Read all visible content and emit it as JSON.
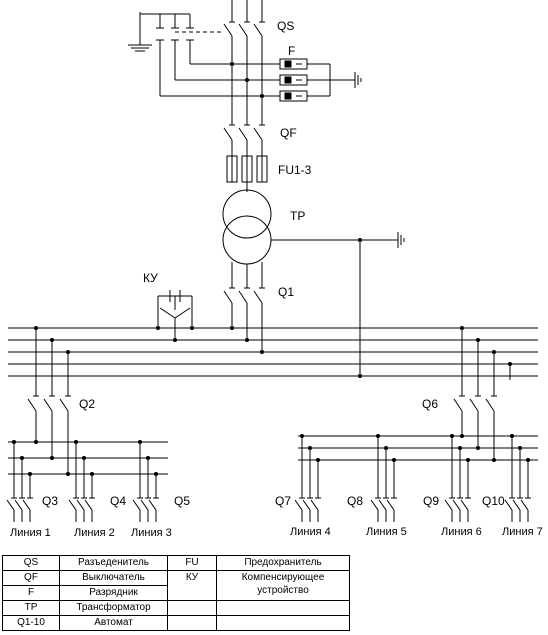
{
  "labels": {
    "qs": "QS",
    "f": "F",
    "qf": "QF",
    "fu": "FU1-3",
    "tp": "TP",
    "ku": "КУ",
    "q1": "Q1",
    "q2": "Q2",
    "q3": "Q3",
    "q4": "Q4",
    "q5": "Q5",
    "q6": "Q6",
    "q7": "Q7",
    "q8": "Q8",
    "q9": "Q9",
    "q10": "Q10"
  },
  "lines": [
    "Линия 1",
    "Линия 2",
    "Линия 3",
    "Линия 4",
    "Линия 5",
    "Линия 6",
    "Линия 7"
  ],
  "legend": [
    {
      "code": "QS",
      "desc": "Разъеденитель",
      "code2": "FU",
      "desc2": "Предохранитель"
    },
    {
      "code": "QF",
      "desc": "Выключатель",
      "code2": "КУ",
      "desc2": "Компенсирующее устройство"
    },
    {
      "code": "F",
      "desc": "Разрядник",
      "code2": "",
      "desc2": ""
    },
    {
      "code": "TP",
      "desc": "Трансформатор",
      "code2": "",
      "desc2": ""
    },
    {
      "code": "Q1-10",
      "desc": "Автомат",
      "code2": "",
      "desc2": ""
    }
  ]
}
